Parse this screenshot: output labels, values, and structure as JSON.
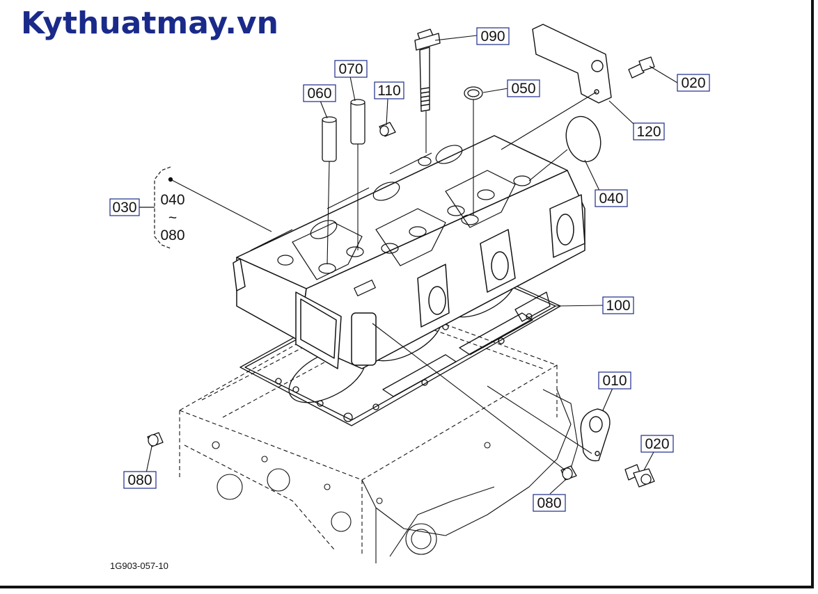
{
  "logo": "Kythuatmay.vn",
  "figure_ref": "1G903-057-10",
  "callouts": [
    {
      "id": "090",
      "label": "090"
    },
    {
      "id": "070",
      "label": "070"
    },
    {
      "id": "060",
      "label": "060"
    },
    {
      "id": "110",
      "label": "110"
    },
    {
      "id": "050",
      "label": "050"
    },
    {
      "id": "020a",
      "label": "020"
    },
    {
      "id": "120",
      "label": "120"
    },
    {
      "id": "040",
      "label": "040"
    },
    {
      "id": "030",
      "label": "030"
    },
    {
      "id": "100",
      "label": "100"
    },
    {
      "id": "010",
      "label": "010"
    },
    {
      "id": "020b",
      "label": "020"
    },
    {
      "id": "080a",
      "label": "080"
    },
    {
      "id": "080b",
      "label": "080"
    }
  ],
  "group": {
    "from": "040",
    "tilde": "~",
    "to": "080"
  },
  "colors": {
    "logo": "#1a2a8a",
    "label_box_border": "#1a2a8a",
    "line": "#111111"
  }
}
